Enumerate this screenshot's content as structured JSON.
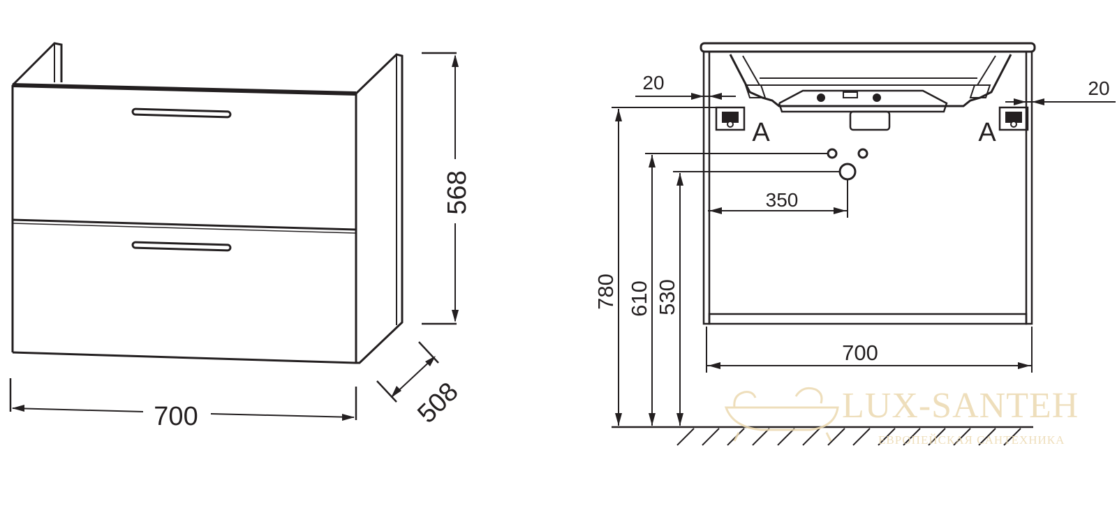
{
  "left_view": {
    "height_label": "568",
    "width_label": "700",
    "depth_label": "508"
  },
  "front_view": {
    "left_offset_label": "20",
    "right_offset_label": "20",
    "section_left_label": "A",
    "section_right_label": "A",
    "drain_offset_label": "350",
    "width_label": "700",
    "height_total_label": "780",
    "height_inlet_label": "610",
    "height_drain_label": "530"
  },
  "watermark": {
    "brand": "LUX-SANTEH",
    "tagline": "ЕВРОПЕЙСКАЯ САНТЕХНИКА"
  },
  "colors": {
    "ink": "#231f20",
    "watermark": "#ecd9b0"
  }
}
